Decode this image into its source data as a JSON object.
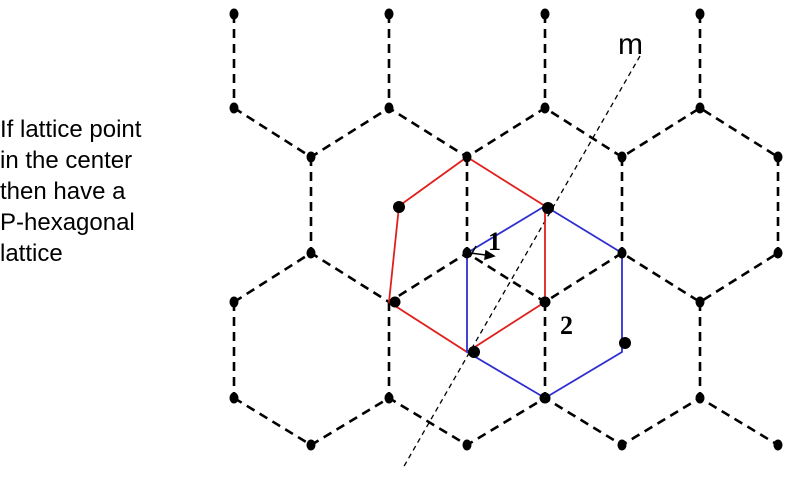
{
  "caption": {
    "lines": [
      "If lattice point",
      "in the center",
      "then have a",
      "P-hexagonal",
      "lattice"
    ]
  },
  "mirror_label": "m",
  "cell_labels": [
    "1",
    "2"
  ],
  "colors": {
    "lattice": "#000000",
    "red_cell": "#e0201c",
    "blue_cell": "#2f2fd0",
    "mirror_line": "#000000"
  }
}
